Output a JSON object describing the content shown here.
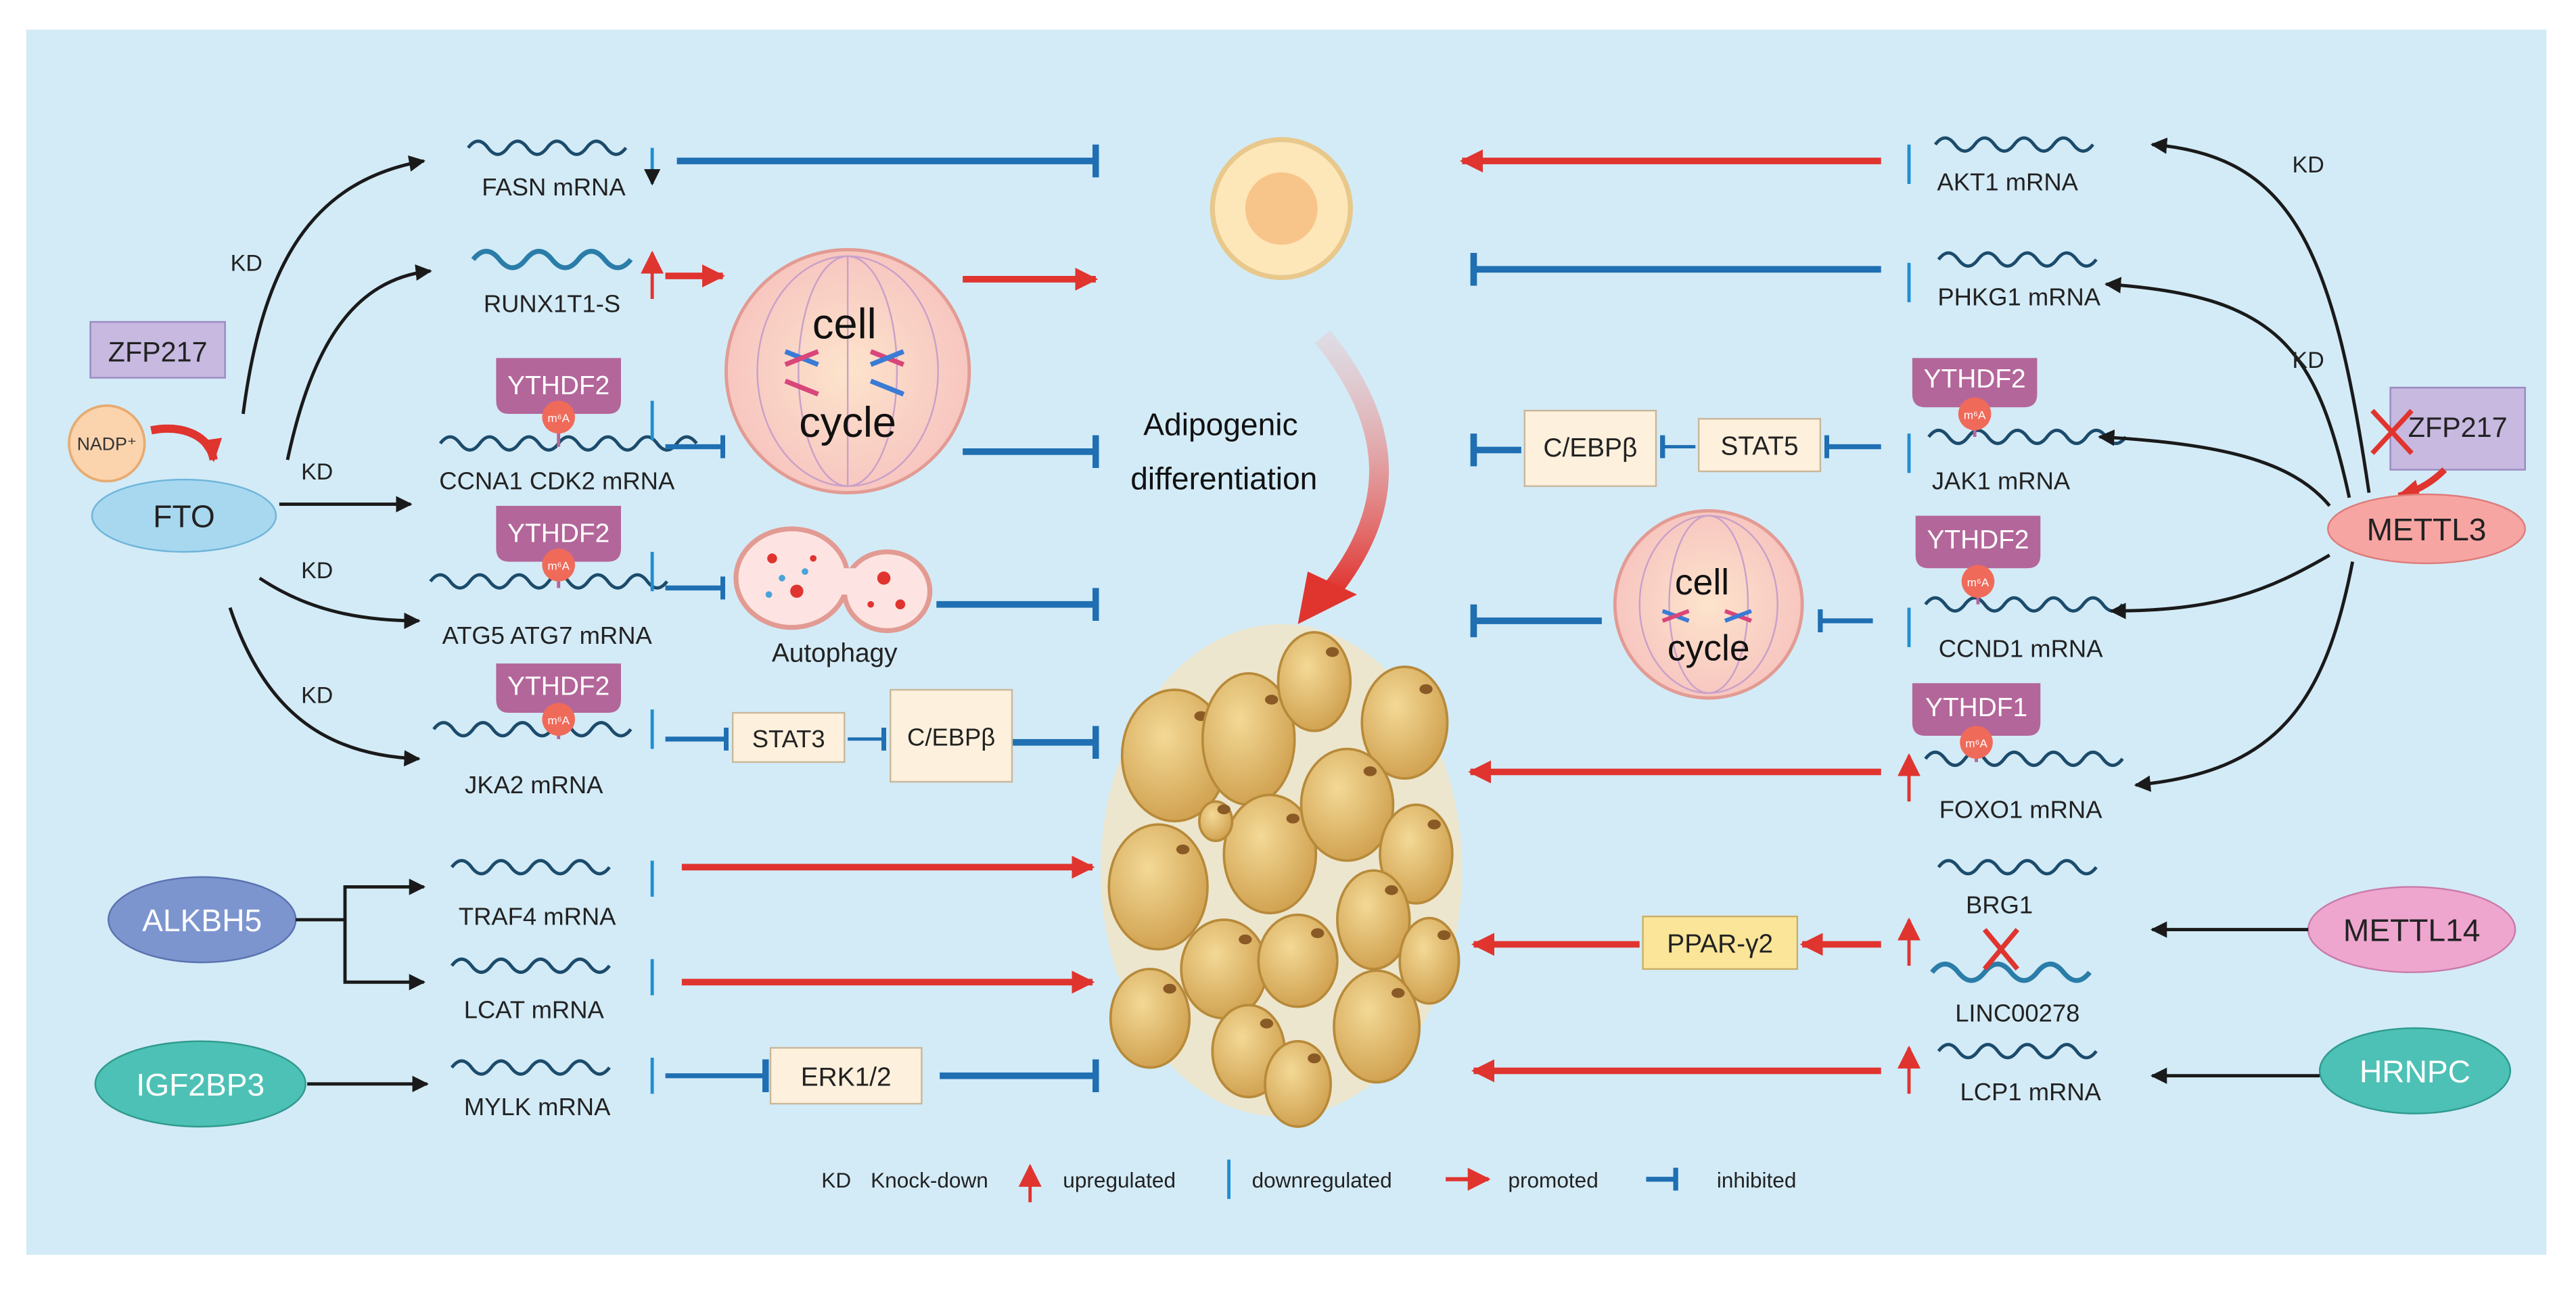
{
  "colors": {
    "background": "#d3ebf7",
    "inhibit": "#1f6fb2",
    "promote": "#e0342f",
    "arrow_black": "#1a1a1a",
    "ythdf": "#b3669a",
    "m6a": "#f06a5a",
    "fto": "#a8d8f0",
    "zfp217": "#c7b9e0",
    "mettl3": "#f7a5a3",
    "mettl14": "#eea6cf",
    "alkbh5": "#7d95cf",
    "igf2bp3": "#4dc1b5",
    "hrnpc": "#4dc1b5",
    "box_beige": "#fdf0dc",
    "box_yellow": "#fbe599",
    "fat_cell": "#e3c073"
  },
  "left": {
    "zfp217": "ZFP217",
    "nadp": "NADP⁺",
    "fto": "FTO",
    "kd_labels": [
      "KD",
      "KD",
      "KD",
      "KD"
    ],
    "fasn": "FASN mRNA",
    "runx1t1": "RUNX1T1-S",
    "ccna1": "CCNA1 CDK2 mRNA",
    "atg5": "ATG5 ATG7 mRNA",
    "jka2": "JKA2 mRNA",
    "ythdf2": [
      "YTHDF2",
      "YTHDF2",
      "YTHDF2"
    ],
    "m6a": "m⁶A",
    "stat3": "STAT3",
    "cebpb": "C/EBPβ",
    "autophagy": "Autophagy",
    "alkbh5": "ALKBH5",
    "traf4": "TRAF4 mRNA",
    "lcat": "LCAT mRNA",
    "igf2bp3": "IGF2BP3",
    "mylk": "MYLK mRNA",
    "erk": "ERK1/2"
  },
  "center": {
    "cell_cycle_line1": "cell",
    "cell_cycle_line2": "cycle",
    "adipo_line1": "Adipogenic",
    "adipo_line2": "differentiation"
  },
  "right": {
    "akt1": "AKT1 mRNA",
    "phkg1": "PHKG1 mRNA",
    "jak1": "JAK1 mRNA",
    "ccnd1": "CCND1 mRNA",
    "foxo1": "FOXO1 mRNA",
    "ythdf2": [
      "YTHDF2",
      "YTHDF2"
    ],
    "ythdf1": "YTHDF1",
    "m6a": "m⁶A",
    "cebpb": "C/EBPβ",
    "stat5": "STAT5",
    "zfp217": "ZFP217",
    "mettl3": "METTL3",
    "kd_labels": [
      "KD",
      "KD"
    ],
    "cell_cycle_line1": "cell",
    "cell_cycle_line2": "cycle",
    "brg1": "BRG1",
    "linc": "LINC00278",
    "pparg": "PPAR-γ2",
    "mettl14": "METTL14",
    "lcp1": "LCP1 mRNA",
    "hrnpc": "HRNPC"
  },
  "legend": {
    "kd_abbr": "KD",
    "kd_text": "Knock-down",
    "up": "upregulated",
    "down": "downregulated",
    "promoted": "promoted",
    "inhibited": "inhibited"
  }
}
